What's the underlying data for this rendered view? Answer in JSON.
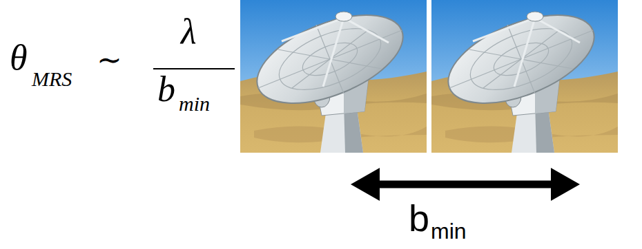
{
  "diagram": {
    "labels": [
      "θ",
      "MRS",
      "∼",
      "λ",
      "b",
      "min",
      "b",
      "min"
    ]
  }
}
